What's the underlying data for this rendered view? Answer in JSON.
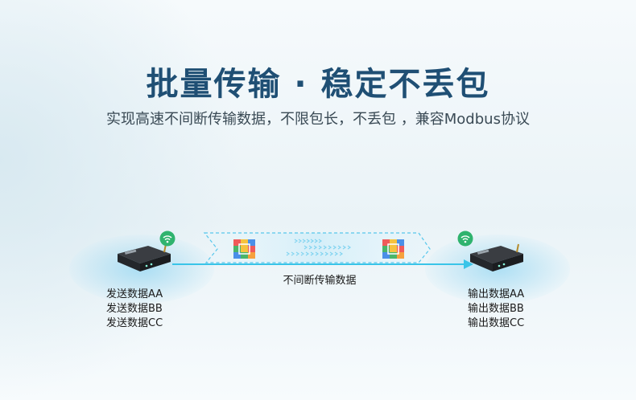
{
  "title": "批量传输 · 稳定不丢包",
  "subtitle": "实现高速不间断传输数据，不限包长，不丢包 ，兼容Modbus协议",
  "left_device": {
    "items": [
      "发送数据AA",
      "发送数据BB",
      "发送数据CC"
    ]
  },
  "right_device": {
    "items": [
      "输出数据AA",
      "输出数据BB",
      "输出数据CC"
    ]
  },
  "link_label": "不间断传输数据",
  "colors": {
    "title": "#1f4f74",
    "accent": "#39c4e8",
    "wifi": "#2fb36e"
  },
  "icons": [
    "wifi-icon",
    "radio-device-icon",
    "data-packet-icon",
    "arrow-icon"
  ]
}
